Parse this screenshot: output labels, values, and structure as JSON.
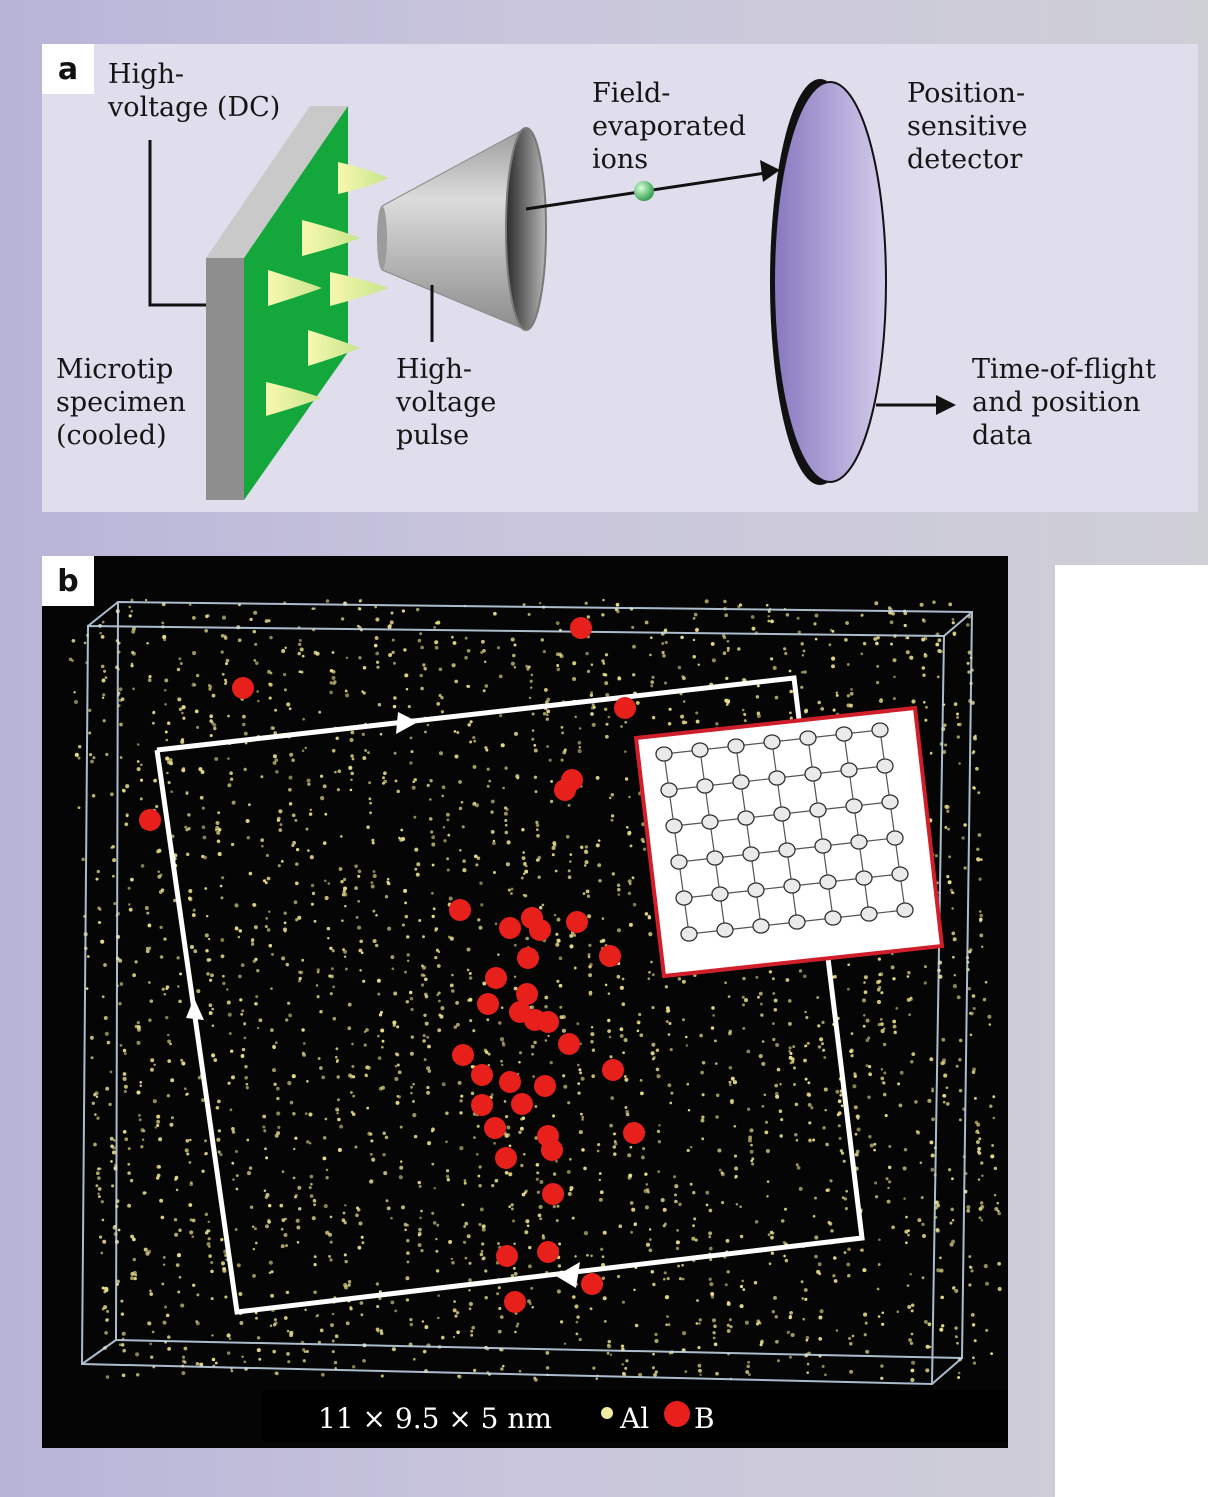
{
  "panel_a": {
    "label": "a",
    "hv_dc": [
      "High-",
      "voltage (DC)"
    ],
    "microtip": [
      "Microtip",
      "specimen",
      "(cooled)"
    ],
    "hv_pulse": [
      "High-",
      "voltage",
      "pulse"
    ],
    "field_ions": [
      "Field-",
      "evaporated",
      "ions"
    ],
    "detector": [
      "Position-",
      "sensitive",
      "detector"
    ],
    "tof": [
      "Time-of-flight",
      "and position",
      "data"
    ]
  },
  "panel_b": {
    "label": "b",
    "dimensions": "11 × 9.5 × 5 nm",
    "legend": [
      {
        "label": "Al",
        "color": "#f2eca0"
      },
      {
        "label": "B",
        "color": "#e8201c"
      }
    ]
  },
  "colors": {
    "specimen_green": "#10a840",
    "detector_violet": "#a89ad0",
    "boron_red": "#e8201c",
    "aluminum_yellow": "#e6dc8a",
    "inset_border": "#d01f2a"
  }
}
